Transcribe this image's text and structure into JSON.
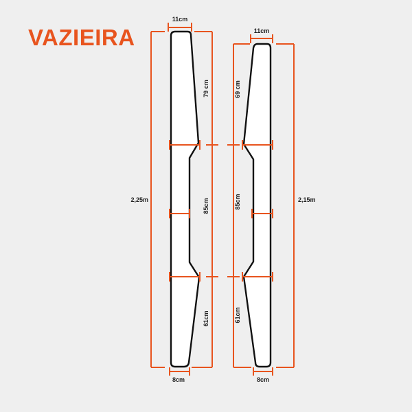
{
  "title": "VAZIEIRA",
  "colors": {
    "accent": "#e8541e",
    "outline": "#111111",
    "background": "#efefef"
  },
  "left_profile": {
    "top_width": "11cm",
    "bottom_width": "8cm",
    "total_length": "2,25m",
    "section_top": "79 cm",
    "section_middle": "85cm",
    "section_bottom": "61cm"
  },
  "right_profile": {
    "top_width": "11cm",
    "bottom_width": "8cm",
    "total_length": "2,15m",
    "section_top": "69 cm",
    "section_middle": "85cm",
    "section_bottom": "61cm"
  }
}
